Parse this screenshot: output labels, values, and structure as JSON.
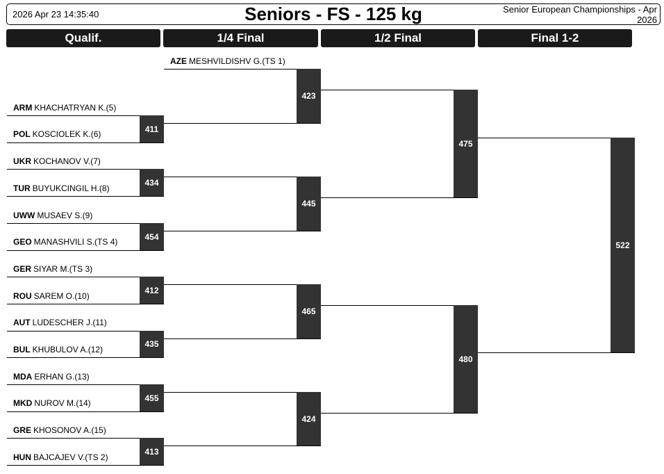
{
  "header": {
    "timestamp": "2026 Apr 23 14:35:40",
    "title": "Seniors - FS - 125 kg",
    "event_line1": "Senior European Championships - Apr",
    "event_line2": "2026"
  },
  "rounds": [
    "Qualif.",
    "1/4 Final",
    "1/2 Final",
    "Final 1-2"
  ],
  "quarter_bye": {
    "country": "AZE",
    "name": "MESHVILDISHV G.(TS 1)"
  },
  "qualif": [
    {
      "country": "ARM",
      "name": "KHACHATRYAN K.(5)"
    },
    {
      "country": "POL",
      "name": "KOSCIOLEK K.(6)"
    },
    {
      "country": "UKR",
      "name": "KOCHANOV V.(7)"
    },
    {
      "country": "TUR",
      "name": "BUYUKCINGIL H.(8)"
    },
    {
      "country": "UWW",
      "name": "MUSAEV S.(9)"
    },
    {
      "country": "GEO",
      "name": "MANASHVILI S.(TS 4)"
    },
    {
      "country": "GER",
      "name": "SIYAR M.(TS 3)"
    },
    {
      "country": "ROU",
      "name": "SAREM O.(10)"
    },
    {
      "country": "AUT",
      "name": "LUDESCHER J.(11)"
    },
    {
      "country": "BUL",
      "name": "KHUBULOV A.(12)"
    },
    {
      "country": "MDA",
      "name": "ERHAN G.(13)"
    },
    {
      "country": "MKD",
      "name": "NUROV M.(14)"
    },
    {
      "country": "GRE",
      "name": "KHOSONOV A.(15)"
    },
    {
      "country": "HUN",
      "name": "BAJCAJEV V.(TS 2)"
    }
  ],
  "bouts": {
    "qualif": [
      "411",
      "434",
      "454",
      "412",
      "435",
      "455",
      "413"
    ],
    "quarter": [
      "423",
      "445",
      "465",
      "424"
    ],
    "semi": [
      "475",
      "480"
    ],
    "final": [
      "522"
    ]
  }
}
